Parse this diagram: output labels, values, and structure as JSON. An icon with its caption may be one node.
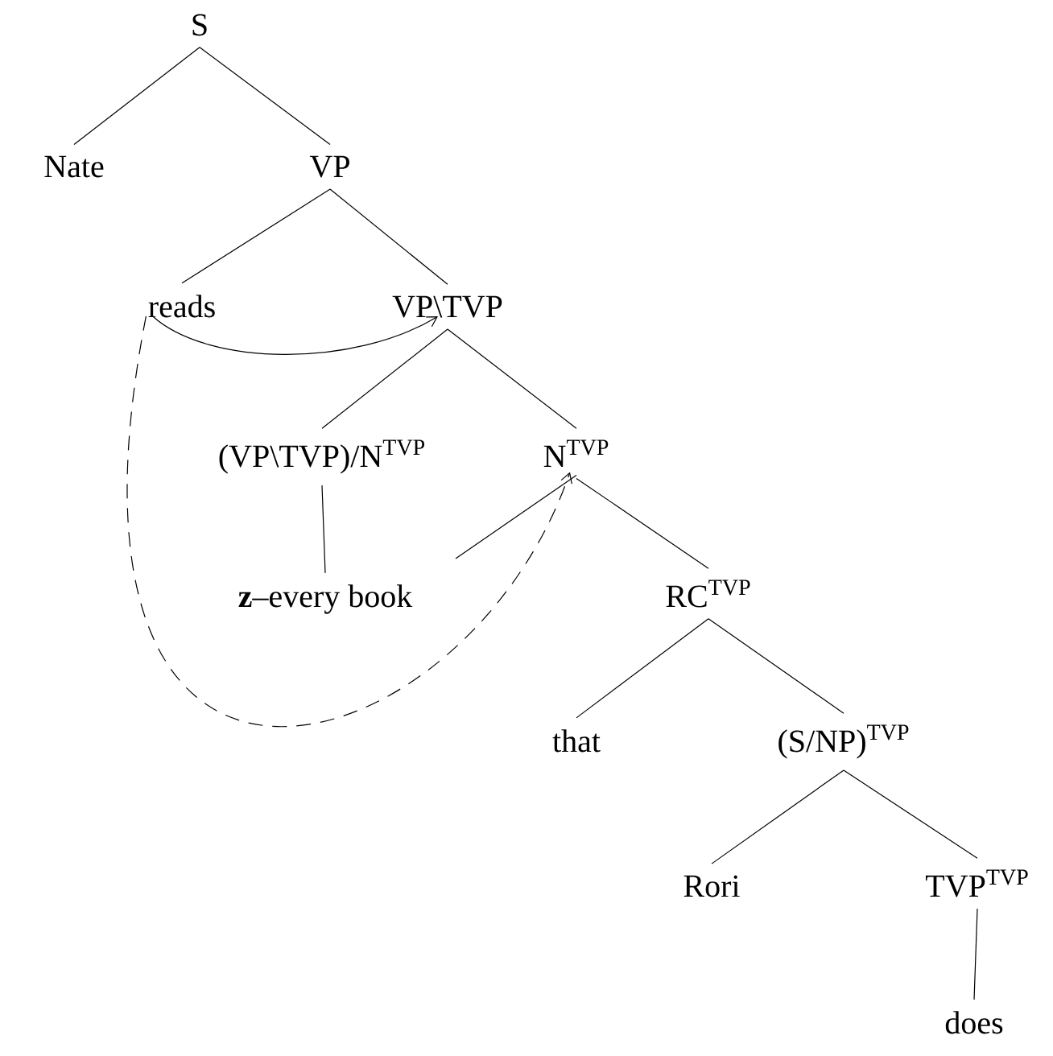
{
  "diagram": {
    "nodes": [
      {
        "text": [
          "S"
        ]
      },
      {
        "text": [
          "Nate"
        ]
      },
      {
        "text": [
          "VP"
        ]
      },
      {
        "text": [
          "reads"
        ]
      },
      {
        "text": [
          "VP\\TVP"
        ]
      },
      {
        "text": [
          "(VP\\TVP)/N$^{TVP}$"
        ]
      },
      {
        "text": [
          "N$^{TVP}$"
        ]
      },
      {
        "text": [
          "**z**–every book"
        ]
      },
      {
        "text": [
          "RC$^{TVP}$"
        ]
      },
      {
        "text": [
          "that"
        ]
      },
      {
        "text": [
          "(S/NP)$^{TVP}$"
        ]
      },
      {
        "text": [
          "Rori"
        ]
      },
      {
        "text": [
          "TVP$^{TVP}$"
        ]
      },
      {
        "text": [
          "does"
        ]
      }
    ],
    "edges": [
      {
        "from": 0,
        "to": 1,
        "arrow": "none"
      },
      {
        "from": 0,
        "to": 2,
        "arrow": "none"
      },
      {
        "from": 2,
        "to": 3,
        "arrow": "none"
      },
      {
        "from": 2,
        "to": 4,
        "arrow": "none"
      },
      {
        "from": 4,
        "to": 5,
        "arrow": "none"
      },
      {
        "from": 4,
        "to": 6,
        "arrow": "none"
      },
      {
        "from": 5,
        "to": 7,
        "arrow": "none"
      },
      {
        "from": 6,
        "to": null,
        "arrow": "none"
      },
      {
        "from": 6,
        "to": 8,
        "arrow": "none"
      },
      {
        "from": 8,
        "to": 9,
        "arrow": "none"
      },
      {
        "from": 8,
        "to": 10,
        "arrow": "none"
      },
      {
        "from": 10,
        "to": 11,
        "arrow": "none"
      },
      {
        "from": 10,
        "to": 12,
        "arrow": "none"
      },
      {
        "from": 12,
        "to": 13,
        "arrow": "none"
      },
      {
        "from": 3,
        "to": 4,
        "arrow": "to"
      },
      {
        "from": 3,
        "to": 6,
        "arrow": "to",
        "style": "dashed"
      }
    ]
  }
}
